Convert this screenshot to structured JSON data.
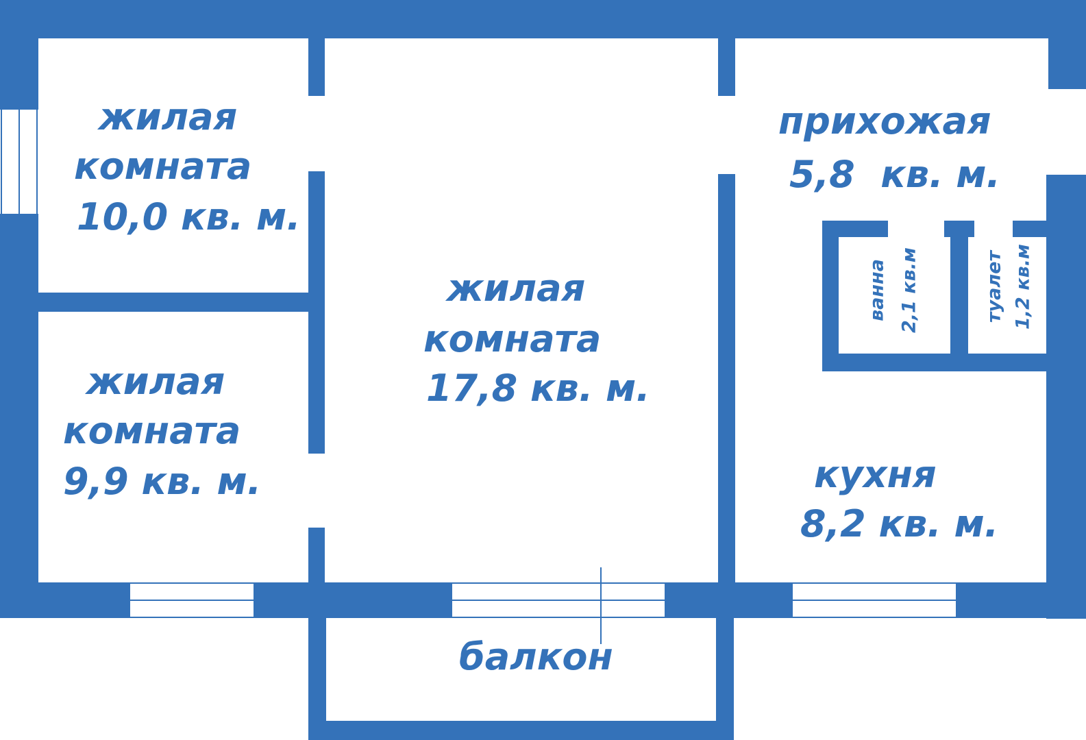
{
  "colors": {
    "wall": "#3472b9",
    "background": "#ffffff"
  },
  "rooms": {
    "living_top_left": {
      "name_line1": "жилая",
      "name_line2": "комната",
      "area": "10,0 кв. м."
    },
    "living_bottom_left": {
      "name_line1": "жилая",
      "name_line2": "комната",
      "area": "9,9 кв. м."
    },
    "living_center": {
      "name_line1": "жилая",
      "name_line2": "комната",
      "area": "17,8 кв. м."
    },
    "hallway": {
      "name": "прихожая",
      "area": "5,8  кв. м."
    },
    "bathroom": {
      "name": "ванна",
      "area": "2,1 кв.м"
    },
    "toilet": {
      "name": "туалет",
      "area": "1,2 кв.м"
    },
    "kitchen": {
      "name": "кухня",
      "area": "8,2 кв. м."
    },
    "balcony": {
      "name": "балкон"
    }
  }
}
